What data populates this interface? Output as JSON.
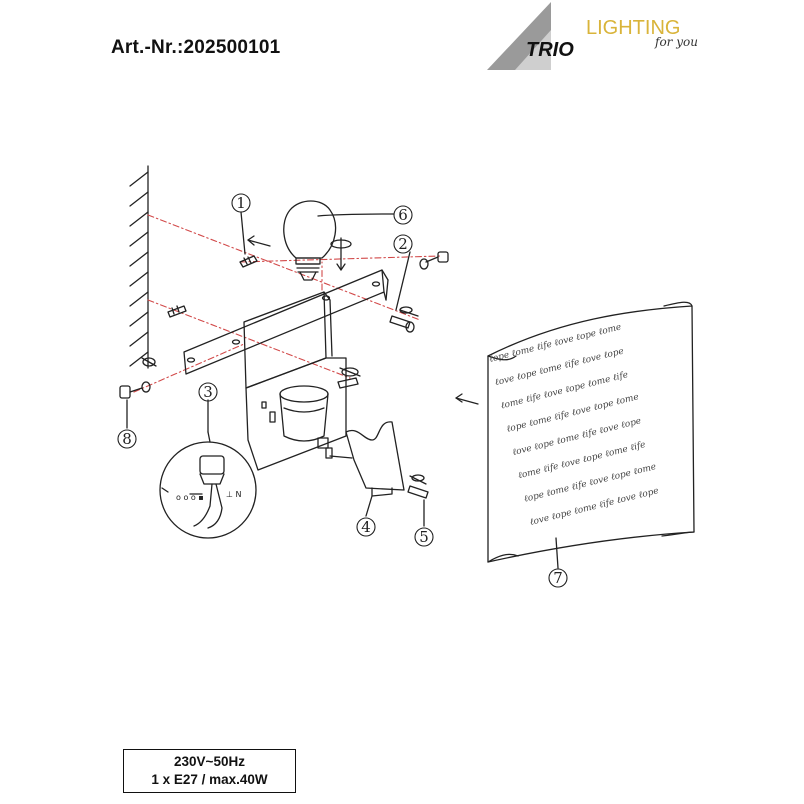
{
  "header": {
    "article_number": "Art.-Nr.:202500101"
  },
  "logo": {
    "brand": "TRIO",
    "product_line": "LIGHTING",
    "tagline": "for you",
    "brand_color": "#111111",
    "accent_color": "#d9b43a"
  },
  "parts": {
    "labels": [
      "1",
      "2",
      "3",
      "4",
      "5",
      "6",
      "7",
      "8"
    ]
  },
  "spec": {
    "voltage": "230V~50Hz",
    "bulb": "1 x E27 / max.40W"
  },
  "colors": {
    "guide_line": "#d24a4a",
    "line": "#222222"
  }
}
